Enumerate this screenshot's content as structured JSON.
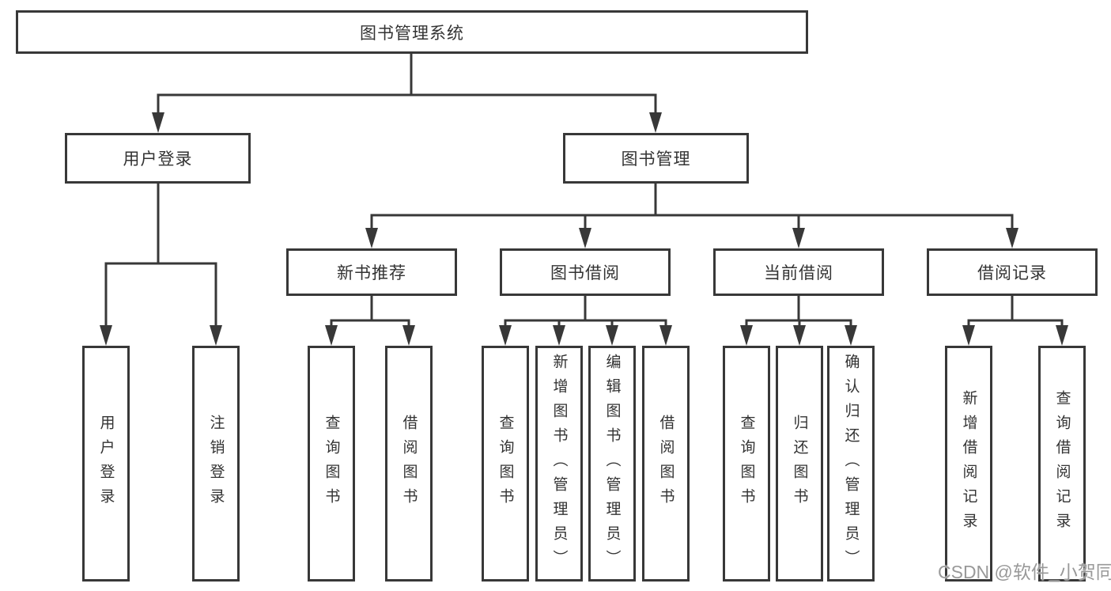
{
  "nodes": {
    "root": "图书管理系统",
    "l2": [
      "用户登录",
      "图书管理"
    ],
    "l3": [
      "新书推荐",
      "图书借阅",
      "当前借阅",
      "借阅记录"
    ],
    "leaves": [
      "用户登录",
      "注销登录",
      "查询图书",
      "借阅图书",
      "查询图书",
      "新增图书（管理员）",
      "编辑图书（管理员）",
      "借阅图书",
      "查询图书",
      "归还图书",
      "确认归还（管理员）",
      "新增借阅记录",
      "查询借阅记录"
    ]
  },
  "watermark": "CSDN @软件_小贺同学",
  "colors": {
    "stroke": "#383838",
    "text": "#333333",
    "background": "#ffffff",
    "watermark": "#999999"
  }
}
